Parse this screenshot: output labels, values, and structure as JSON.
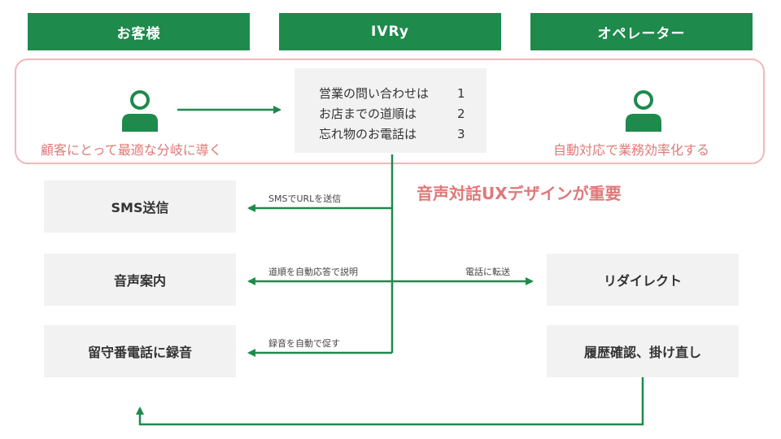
{
  "headers": {
    "customer": "お客様",
    "ivry": "IVRy",
    "operator": "オペレーター"
  },
  "menu": [
    {
      "text": "営業の問い合わせは",
      "num": "1"
    },
    {
      "text": "お店までの道順は",
      "num": "2"
    },
    {
      "text": "忘れ物のお電話は",
      "num": "3"
    }
  ],
  "notes": {
    "customer_note": "顧客にとって最適な分岐に導く",
    "operator_note": "自動対応で業務効率化する",
    "ux_note": "音声対話UXデザインが重要"
  },
  "boxes": {
    "sms": "SMS送信",
    "voice": "音声案内",
    "voicemail": "留守番電話に録音",
    "redirect": "リダイレクト",
    "history": "履歴確認、掛け直し"
  },
  "arrow_labels": {
    "sms": "SMSでURLを送信",
    "directions": "道順を自動応答で説明",
    "record": "録音を自動で促す",
    "transfer": "電話に転送"
  },
  "colors": {
    "green": "#1e8a4c",
    "pink_text": "#e07878",
    "pink_border": "#f0b8b8",
    "box_bg": "#f2f2f2"
  },
  "icons": [
    "person-icon",
    "person-icon"
  ]
}
